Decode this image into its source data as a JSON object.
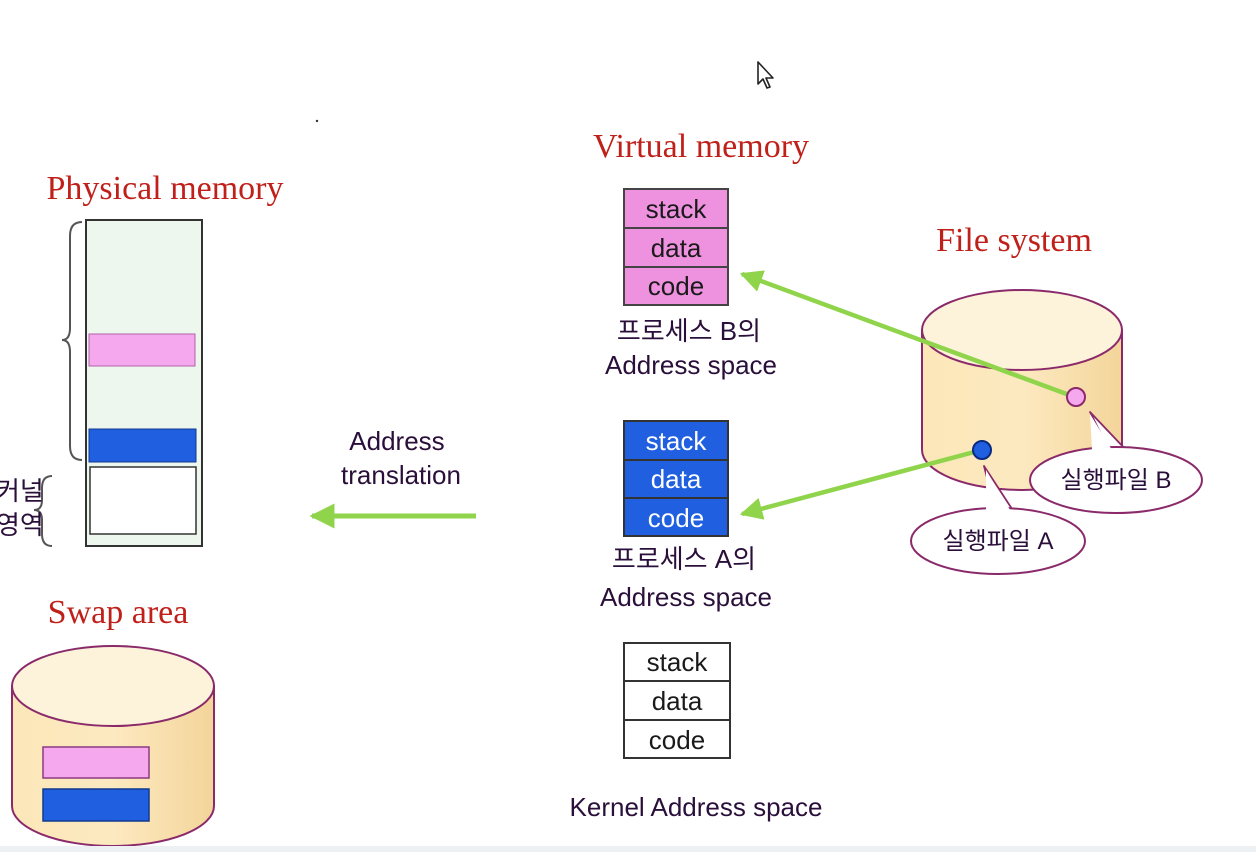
{
  "titles": {
    "physical_memory": "Physical memory",
    "virtual_memory": "Virtual memory",
    "file_system": "File system",
    "swap_area": "Swap area"
  },
  "kernel_region_label": [
    "커널",
    "영역"
  ],
  "address_translation": [
    "Address",
    "translation"
  ],
  "process_b": {
    "segments": [
      "stack",
      "data",
      "code"
    ],
    "caption": [
      "프로세스 B의",
      "Address space"
    ],
    "color": "#ee92e0"
  },
  "process_a": {
    "segments": [
      "stack",
      "data",
      "code"
    ],
    "caption": [
      "프로세스 A의",
      "Address space"
    ],
    "color": "#1f5fe0"
  },
  "kernel_space": {
    "segments": [
      "stack",
      "data",
      "code"
    ],
    "caption": "Kernel Address space"
  },
  "callouts": {
    "exec_b": "실행파일 B",
    "exec_a": "실행파일 A"
  },
  "colors": {
    "title": "#c0201a",
    "arrow": "#8fd44a",
    "disk_fill": "#fbe0a8",
    "memory_fill": "#eef7ee",
    "pink": "#f6a8ee",
    "blue": "#1f5fe0"
  }
}
